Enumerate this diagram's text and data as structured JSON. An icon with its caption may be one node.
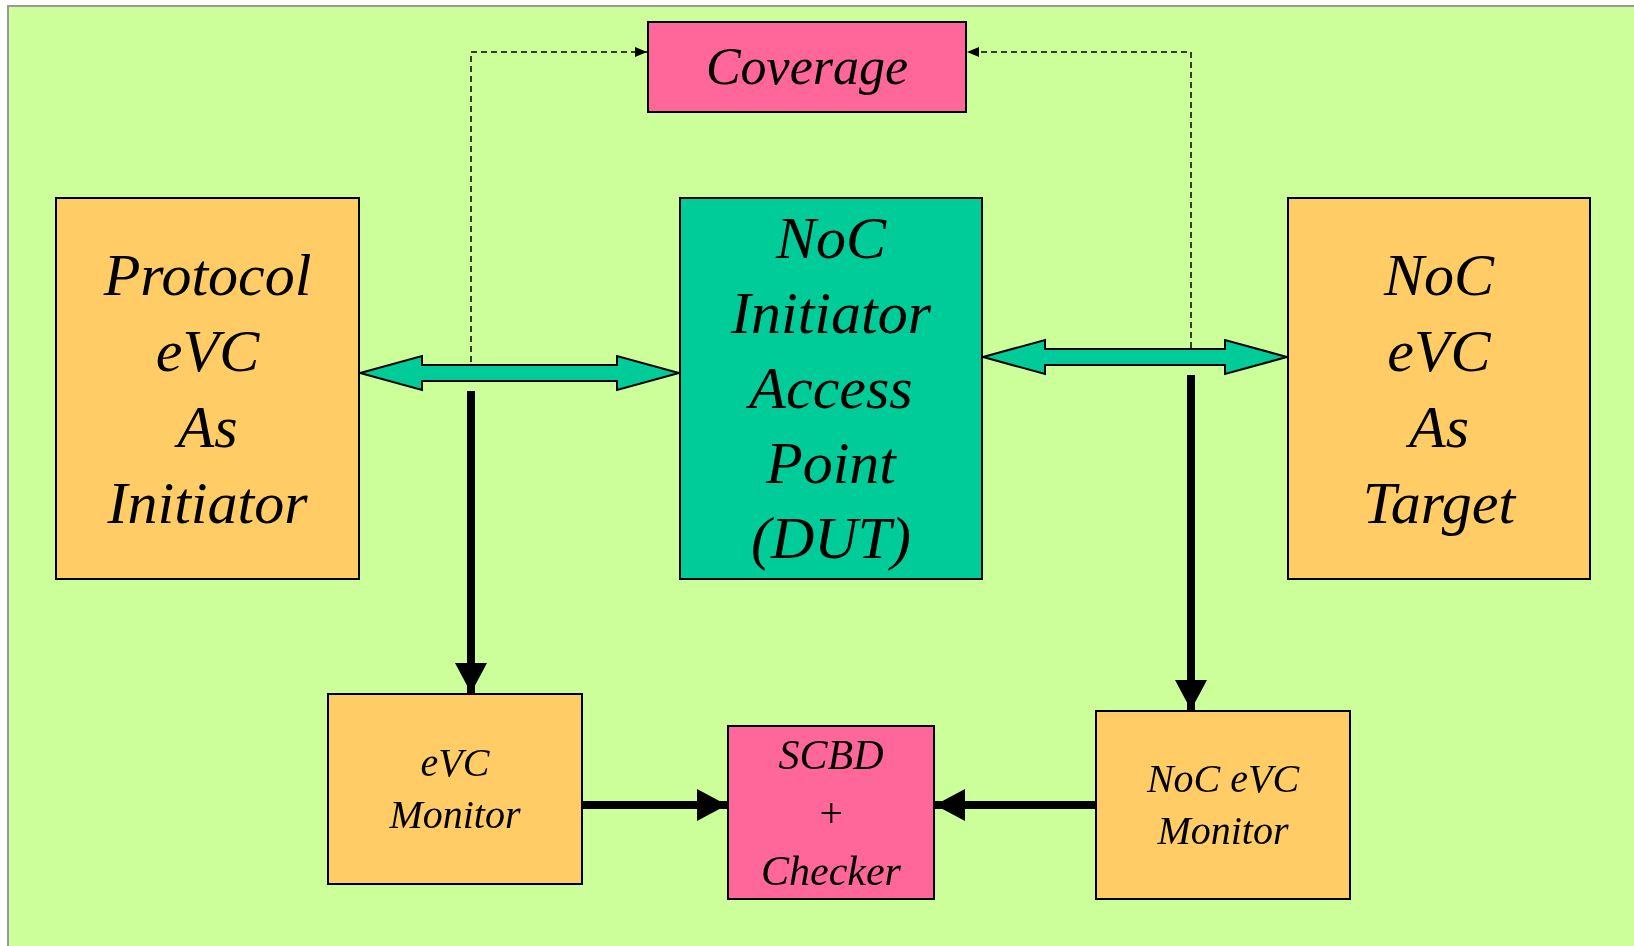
{
  "diagram": {
    "nodes": [
      {
        "text": [
          "Coverage"
        ]
      },
      {
        "text": [
          "Protocol eVC As Initiator"
        ]
      },
      {
        "text": [
          "NoC Initiator Access Point (DUT)"
        ]
      },
      {
        "text": [
          "NoC eVC As Target"
        ]
      },
      {
        "text": [
          "eVC Monitor"
        ]
      },
      {
        "text": [
          "SCBD + Checker"
        ]
      },
      {
        "text": [
          "NoC eVC Monitor"
        ]
      }
    ],
    "edges": [
      {
        "from": 1,
        "to": 2,
        "arrow": "both",
        "style": "thick",
        "color": "#00cc99"
      },
      {
        "from": 2,
        "to": 3,
        "arrow": "both",
        "style": "thick",
        "color": "#00cc99"
      },
      {
        "from": null,
        "to": 0,
        "arrow": "to",
        "style": "dashed"
      },
      {
        "from": null,
        "to": 0,
        "arrow": "to",
        "style": "dashed"
      },
      {
        "from": null,
        "to": 4,
        "arrow": "to"
      },
      {
        "from": null,
        "to": 6,
        "arrow": "to"
      },
      {
        "from": 4,
        "to": 5,
        "arrow": "to"
      },
      {
        "from": 6,
        "to": 5,
        "arrow": "to"
      }
    ]
  }
}
